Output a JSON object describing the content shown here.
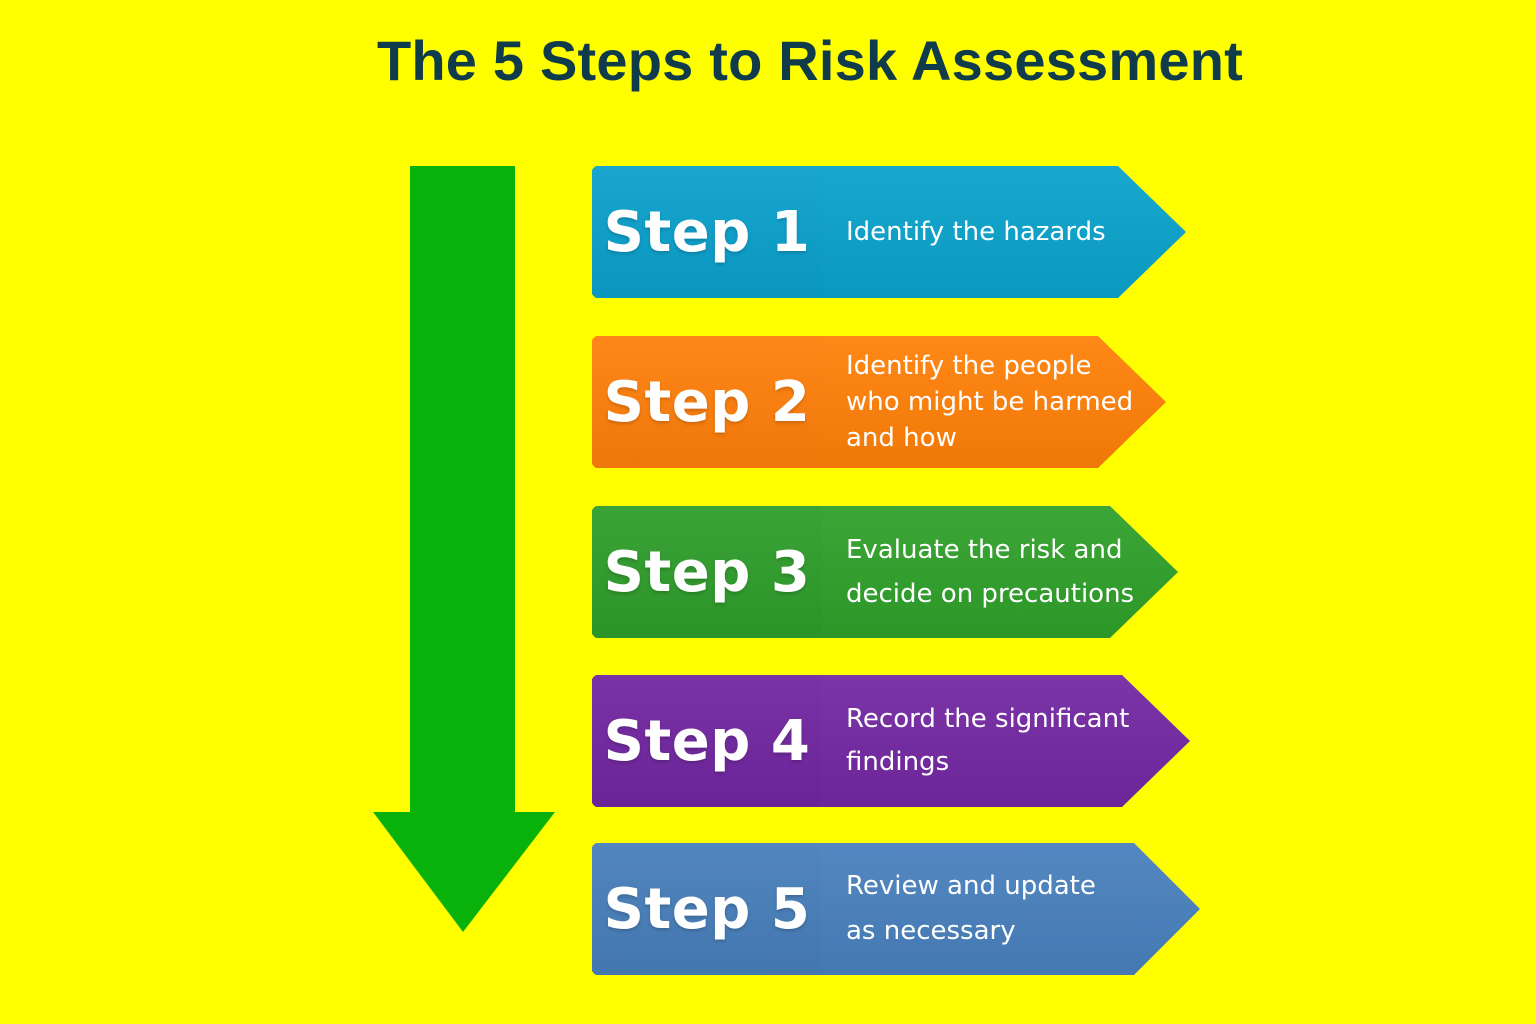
{
  "title": {
    "text": "The 5 Steps to Risk Assessment",
    "color": "#0f3b4a"
  },
  "background_color": "#ffff00",
  "flow_arrow": {
    "color": "#08b20b",
    "direction": "down"
  },
  "steps": [
    {
      "label": "Step 1",
      "lines": [
        "Identify the hazards"
      ],
      "color": "#0aa2cb",
      "label_color": "#0aa0cb"
    },
    {
      "label": "Step 2",
      "lines": [
        "Identify the people",
        "who might be harmed",
        "and how"
      ],
      "color": "#ff8008",
      "label_color": "#ff7f0a"
    },
    {
      "label": "Step 3",
      "lines": [
        "Evaluate the risk and",
        "decide on precautions"
      ],
      "color": "#2fa02a",
      "label_color": "#2e9d2a"
    },
    {
      "label": "Step 4",
      "lines": [
        "Record the significant",
        "findings"
      ],
      "color": "#7328a2",
      "label_color": "#7126a0"
    },
    {
      "label": "Step 5",
      "lines": [
        "Review and update",
        "as necessary"
      ],
      "color": "#4980bd",
      "label_color": "#477eba"
    }
  ]
}
